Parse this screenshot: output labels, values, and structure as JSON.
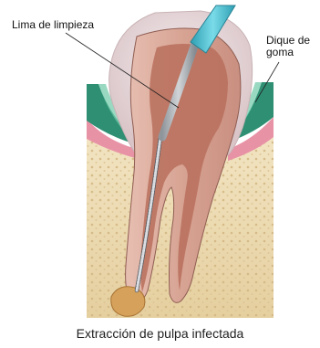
{
  "labels": {
    "cleaning_file": "Lima de limpieza",
    "rubber_dam_line1": "Dique de",
    "rubber_dam_line2": "goma"
  },
  "caption": "Extracción de pulpa infectada",
  "colors": {
    "bone": "#ecdcb3",
    "gum": "#e892a6",
    "rubber_dam": "#2f8f73",
    "tooth_crown": "#ead9da",
    "dentin": "#d9a79a",
    "pulp": "#b86e5c",
    "file_handle": "#4fc6d8",
    "infection": "#d6a15a"
  }
}
